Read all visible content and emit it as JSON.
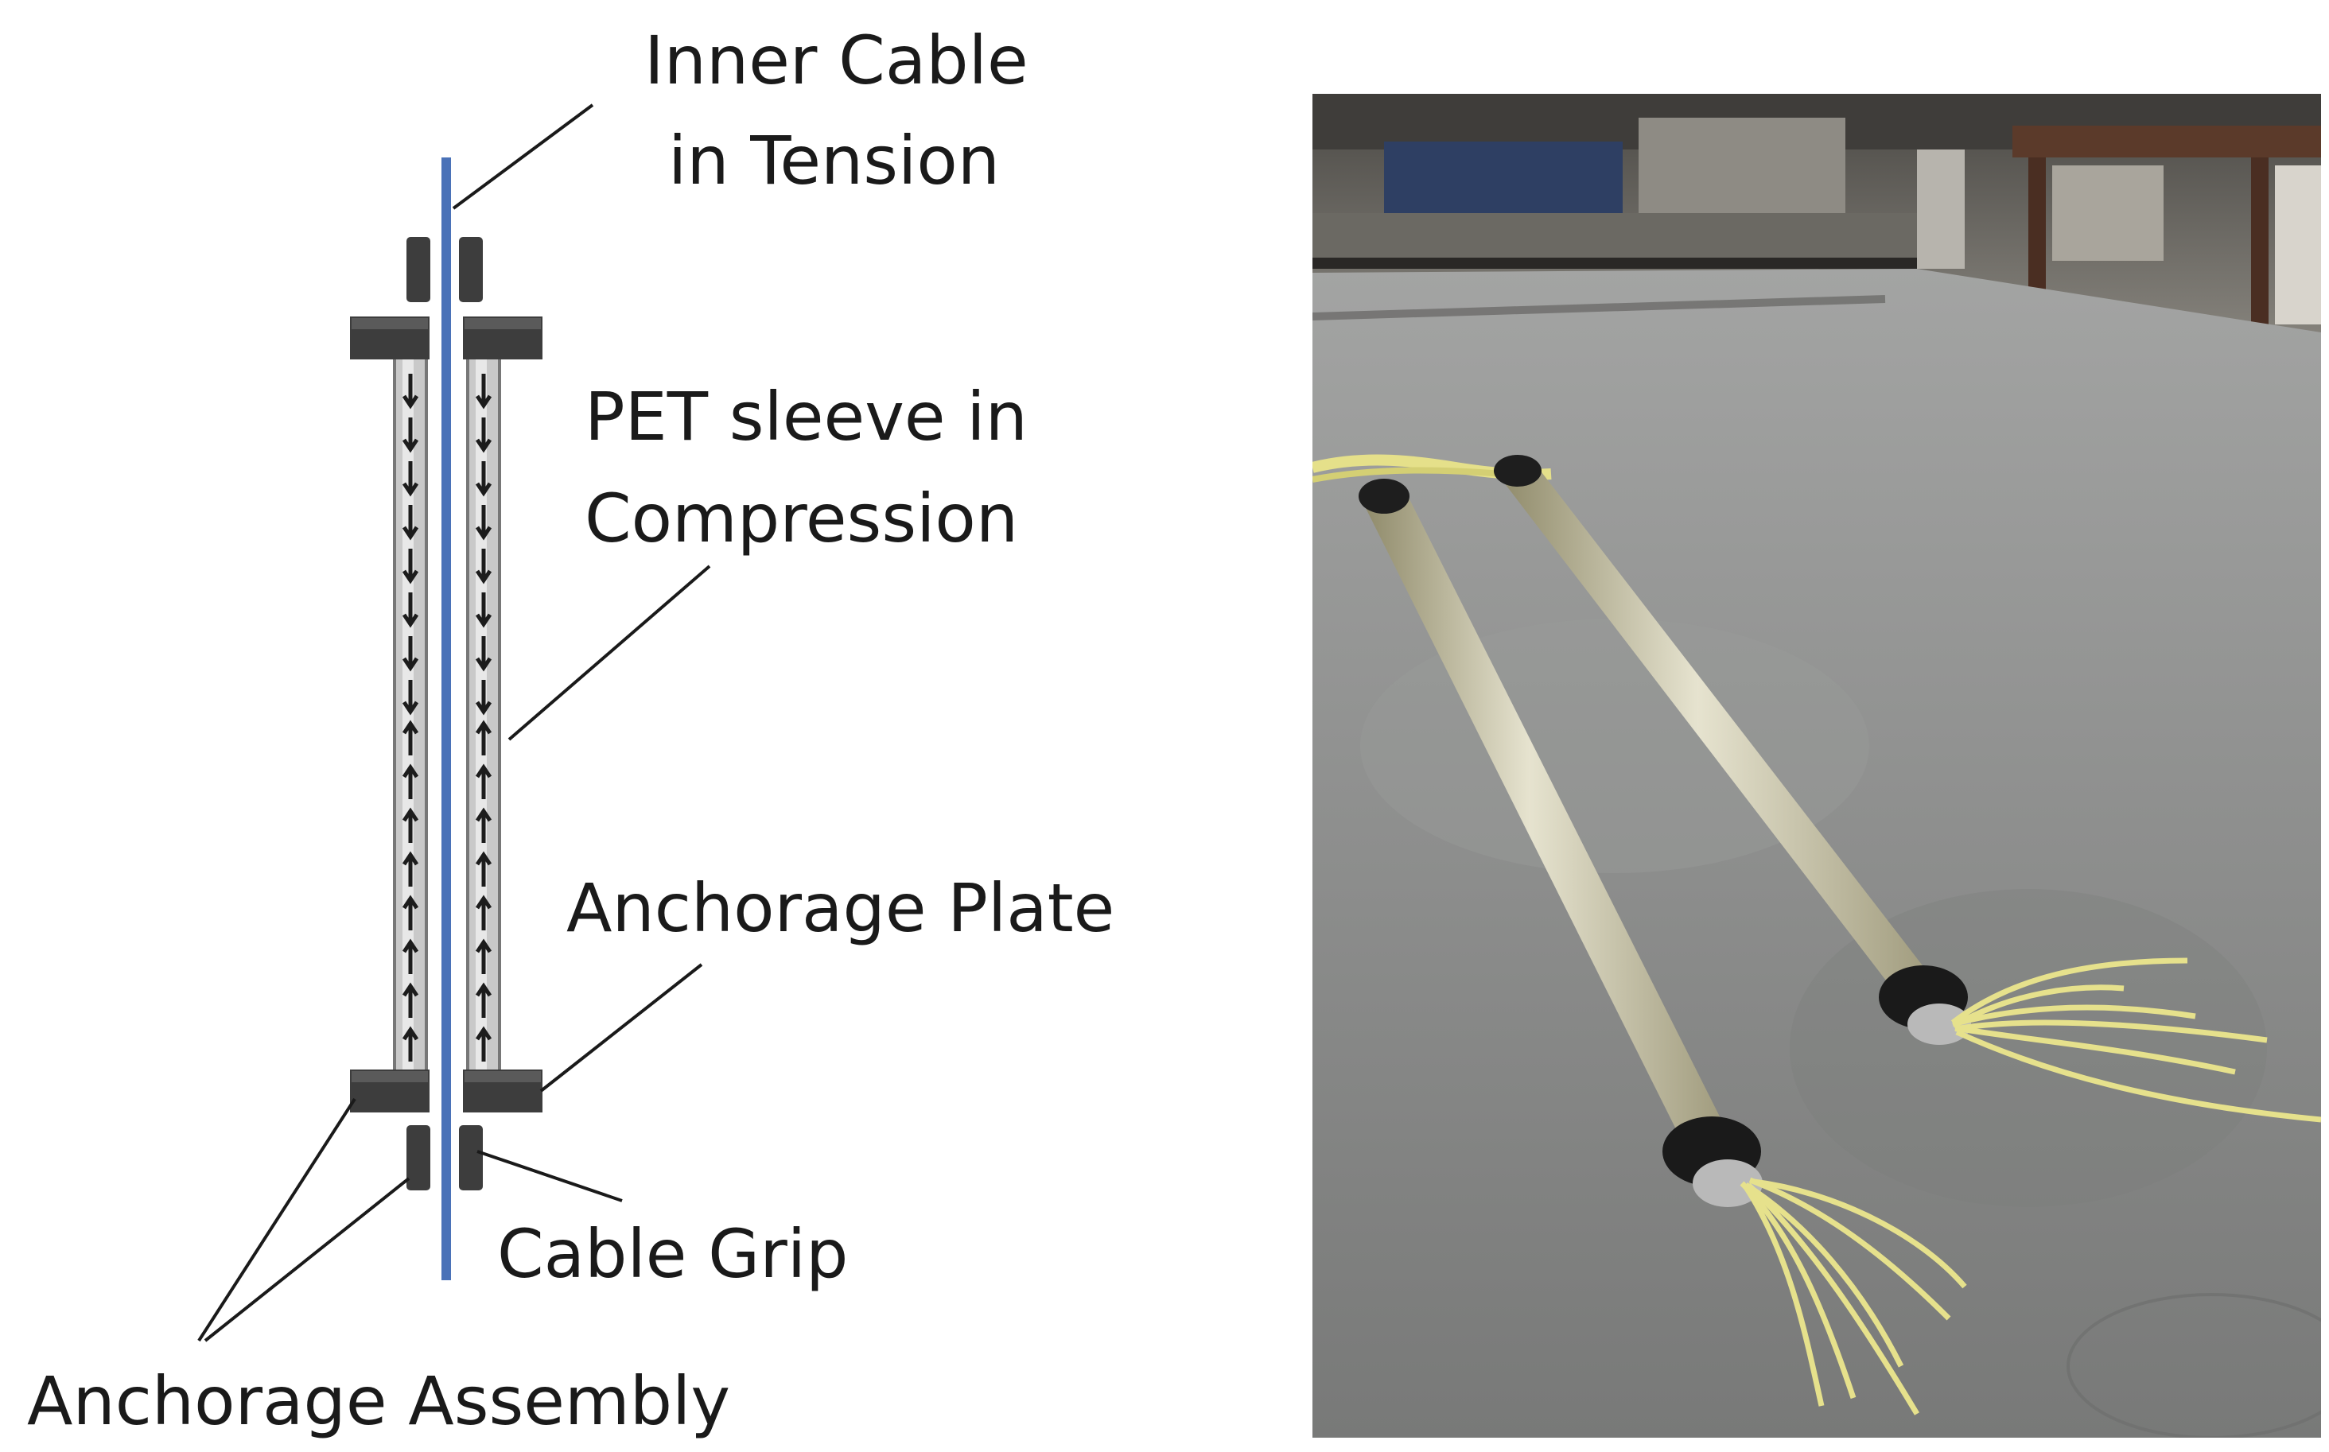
{
  "labels": {
    "inner_cable_line1": "Inner Cable",
    "inner_cable_line2": "in Tension",
    "pet_sleeve_line1": "PET sleeve in",
    "pet_sleeve_line2": "Compression",
    "anchorage_plate": "Anchorage Plate",
    "cable_grip": "Cable Grip",
    "anchorage_assembly": "Anchorage Assembly"
  },
  "colors": {
    "inner_cable": "#4a72b8",
    "anchorage_block": "#3d3d3d",
    "sleeve_fill": "#c9c9c9",
    "sleeve_edge": "#777777",
    "arrow": "#1c1c1c",
    "rod_yellow": "#e3df8a",
    "concrete": "#8a8b8a"
  },
  "photo": {
    "subject": "two-sleeved-specimens-on-concrete-slab"
  }
}
